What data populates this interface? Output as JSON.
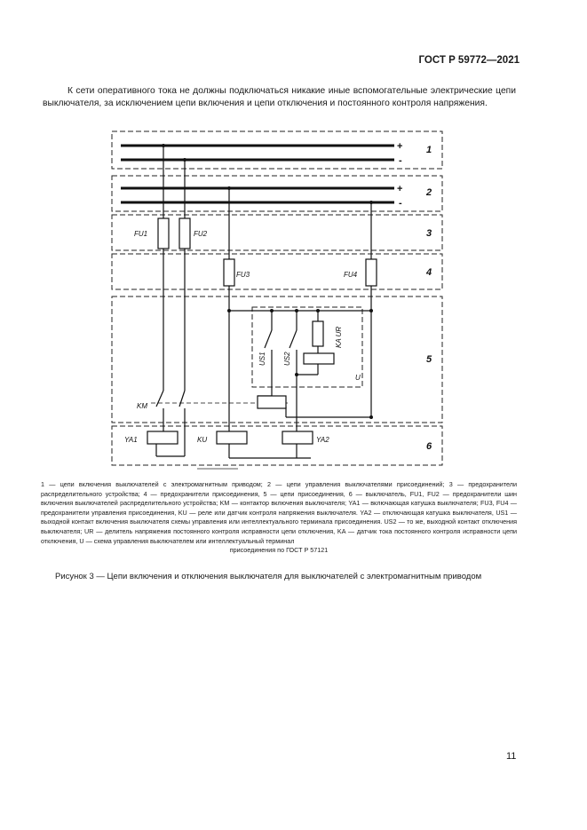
{
  "header": {
    "standard": "ГОСТ Р 59772—2021"
  },
  "intro": {
    "text": "К сети оперативного тока не должны подключаться никакие иные вспомогательные электрические цепи выключателя, за исключением цепи включения и цепи отключения и постоянного контроля напряжения."
  },
  "diagram": {
    "zones": [
      "1",
      "2",
      "3",
      "4",
      "5",
      "6"
    ],
    "polarity": {
      "plus": "+",
      "minus": "-"
    },
    "labels": {
      "fu1": "FU1",
      "fu2": "FU2",
      "fu3": "FU3",
      "fu4": "FU4",
      "us1": "US1",
      "us2": "US2",
      "ka_ur": "KA UR",
      "u": "U",
      "km": "KM",
      "ya1": "YA1",
      "ku": "KU",
      "ya2": "YA2"
    }
  },
  "legend": {
    "text": "1 — цепи включения выключателей с электромагнитным приводом; 2 — цепи управления выключателями присоединений; 3 — предохранители распределительного устройства; 4 — предохранители присоединения, 5 — цепи присоединения, 6 — выключатель, FU1, FU2 — предохранители шин включения выключателей распределительного устройства; KM — контактор включения выключателя; YA1 — включающая катушка выключателя; FU3, FU4 — предохранители управления присоединения, KU — реле или датчик контроля напряжения выключателя. YA2 — отключающая катушка выключателя, US1 — выходной контакт включения выключателя схемы управления или интеллектуального терминала присоединения. US2 — то же, выходной контакт отключения выключателя; UR — делитель напряжения постоянного контроля исправности цепи отключения, KA — датчик тока постоянного контроля исправности цепи отключения, U — схема управления выключателем или интеллектуальный терминал",
    "last_line": "присоединения по ГОСТ Р 57121"
  },
  "caption": "Рисунок 3 — Цепи включения и отключения выключателя для выключателей с электромагнитным приводом",
  "page_number": "11"
}
